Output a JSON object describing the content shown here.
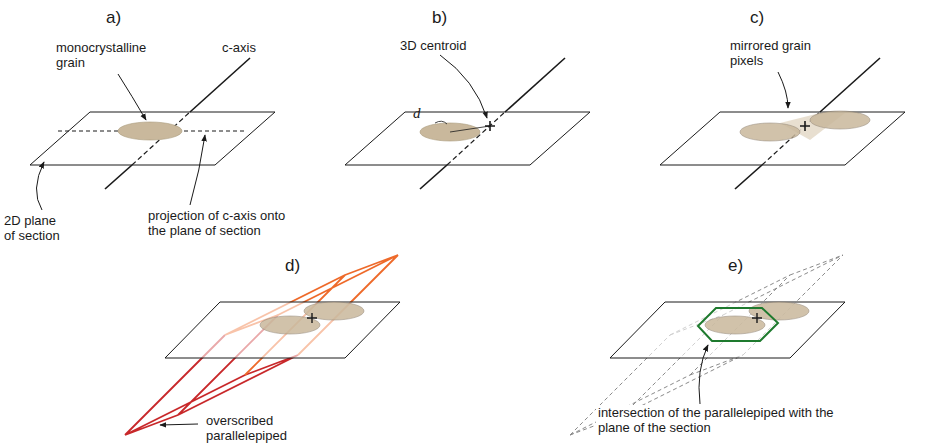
{
  "diagram": {
    "labels": [
      "a)",
      "monocrystalline grain",
      "c-axis",
      "2D plane of section",
      "projection of c-axis onto the plane of section",
      "b)",
      "3D centroid",
      "d",
      "c)",
      "mirrored grain pixels",
      "d)",
      "overscribed parallelepiped",
      "e)",
      "intersection of the parallelepiped with the plane of the section"
    ]
  }
}
